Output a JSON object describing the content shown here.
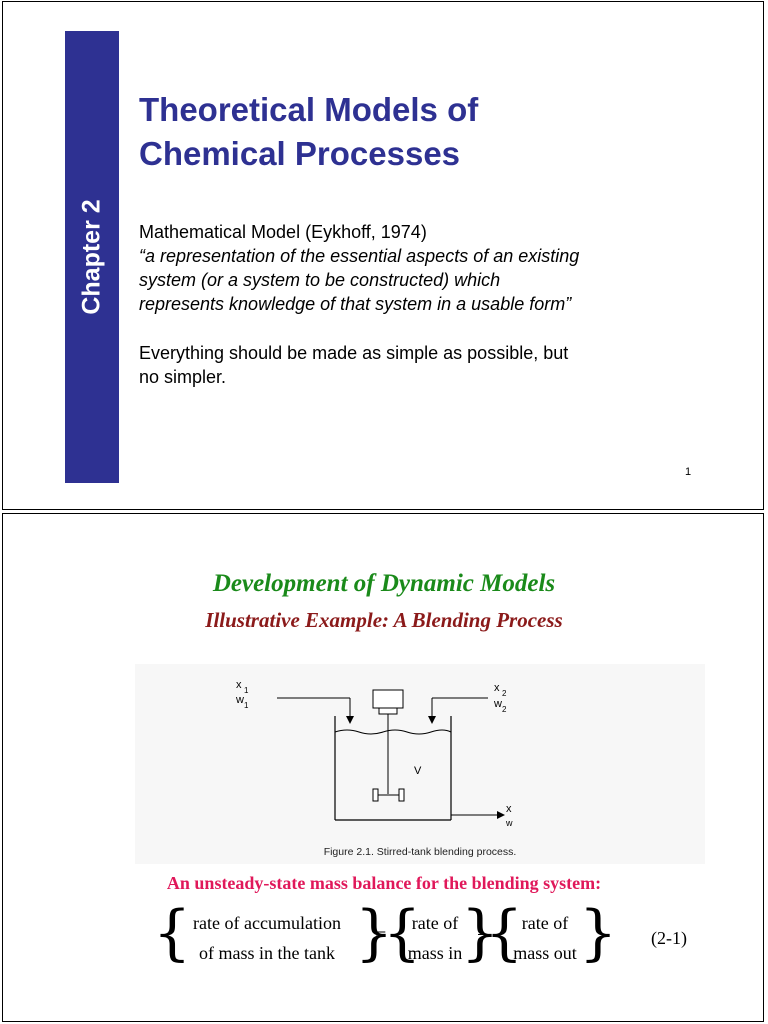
{
  "slide1": {
    "sidebar_label": "Chapter 2",
    "title_line1": "Theoretical Models of",
    "title_line2": "Chemical Processes",
    "definition_heading": "Mathematical Model (Eykhoff, 1974)",
    "quote_line1": "“a representation of the essential aspects of an existing",
    "quote_line2": "system (or a system to be constructed) which",
    "quote_line3": "represents knowledge of that system in a usable form”",
    "para_line1": "Everything should be made as simple as possible, but",
    "para_line2": "no simpler.",
    "page_number": "1"
  },
  "slide2": {
    "heading": "Development of Dynamic Models",
    "subheading": "Illustrative Example:  A Blending Process",
    "figure": {
      "label_x1": "x",
      "label_x1_sub": "1",
      "label_w1": "w",
      "label_w1_sub": "1",
      "label_x2": "x",
      "label_x2_sub": "2",
      "label_w2": "w",
      "label_w2_sub": "2",
      "label_v": "V",
      "label_x_out": "x",
      "label_w_out": "w",
      "caption": "Figure 2.1. Stirred-tank blending process."
    },
    "balance_heading": "An unsteady-state mass balance for the blending system:",
    "equation": {
      "term1_line1": "rate of accumulation",
      "term1_line2": "of mass in the tank",
      "equals": "=",
      "term2_line1": "rate of",
      "term2_line2": "mass in",
      "minus": "−",
      "term3_line1": "rate of",
      "term3_line2": "mass out",
      "number": "(2-1)"
    }
  }
}
